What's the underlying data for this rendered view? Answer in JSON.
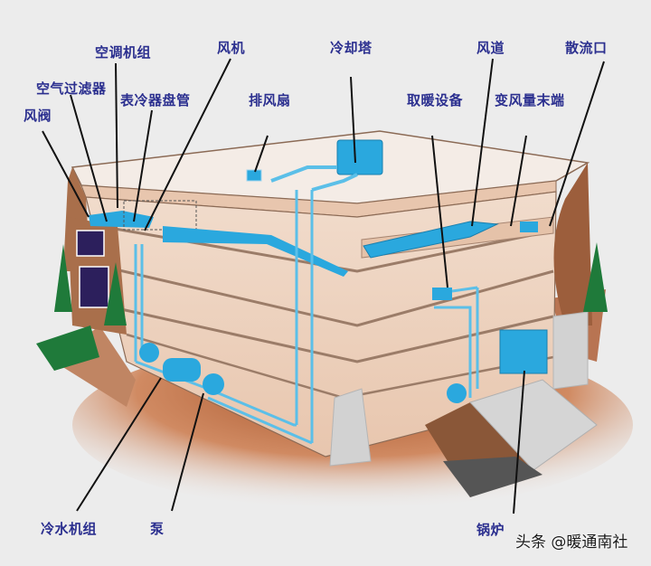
{
  "diagram": {
    "title": "Building HVAC system diagram",
    "colors": {
      "background": "#ececec",
      "label_text": "#2b2f8f",
      "wall": "#eccdb8",
      "wall_edge": "#8b6a55",
      "equipment": "#2aa8de",
      "pipe": "#5bbfe8",
      "earth": "#b5683f",
      "tree": "#1f7a3a",
      "stone": "#c9c9c9",
      "window": "#2c1f5c"
    },
    "labels": {
      "air_handling_unit": "空调机组",
      "fan": "风机",
      "cooling_tower": "冷却塔",
      "duct": "风道",
      "diffuser": "散流口",
      "air_filter": "空气过滤器",
      "cooling_coil": "表冷器盘管",
      "exhaust_fan": "排风扇",
      "heating_equipment": "取暖设备",
      "vav_terminal": "变风量末端",
      "damper": "风阀",
      "chiller": "冷水机组",
      "pump": "泵",
      "boiler": "锅炉"
    },
    "watermark": "头条 @暖通南社"
  }
}
